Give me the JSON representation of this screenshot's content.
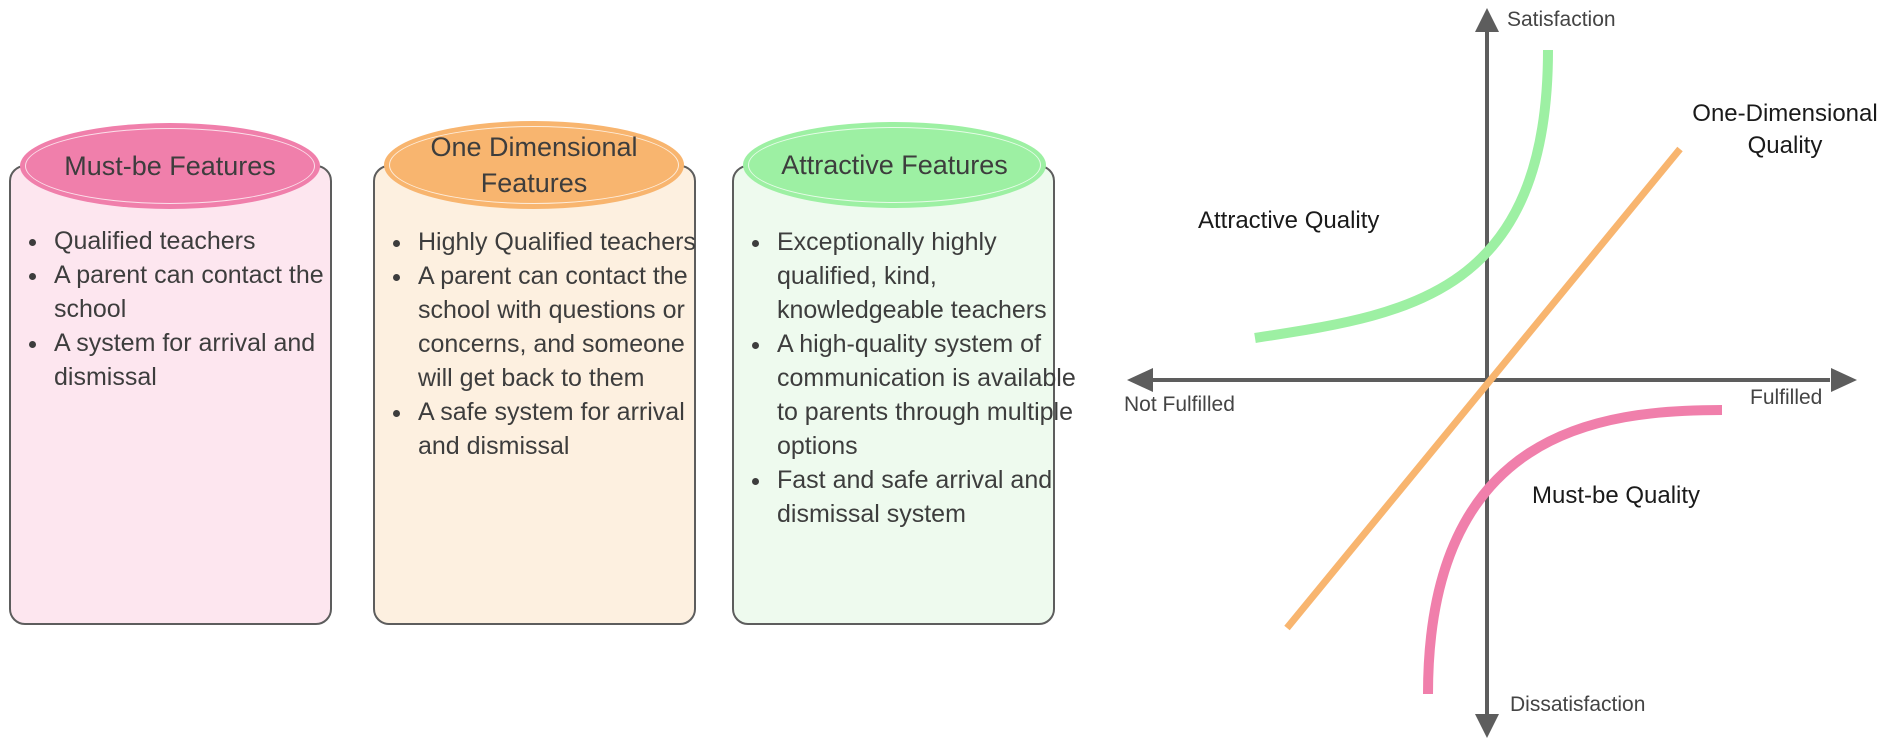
{
  "cards": {
    "must_be": {
      "title": "Must-be Features",
      "items": [
        "Qualified teachers",
        "A parent can contact the school",
        "A system for arrival and dismissal"
      ]
    },
    "one_dimensional": {
      "title_line1": "One Dimensional",
      "title_line2": "Features",
      "items": [
        "Highly Qualified teachers",
        "A parent can contact the school with questions or concerns, and someone will get back to them",
        "A safe system for arrival and dismissal"
      ]
    },
    "attractive": {
      "title": "Attractive Features",
      "items": [
        "Exceptionally highly qualified, kind, knowledgeable teachers",
        "A high-quality system of communication is available to parents through multiple options",
        "Fast and safe arrival and dismissal system"
      ]
    }
  },
  "kano": {
    "axes": {
      "top": "Satisfaction",
      "bottom": "Dissatisfaction",
      "left": "Not Fulfilled",
      "right": "Fulfilled"
    },
    "curves": {
      "attractive": "Attractive Quality",
      "one_dimensional_line1": "One-Dimensional",
      "one_dimensional_line2": "Quality",
      "must_be": "Must-be Quality"
    }
  },
  "colors": {
    "pink": "#f07fab",
    "orange": "#f8b56f",
    "green": "#9df0a3",
    "axis": "#5d5d5d"
  }
}
